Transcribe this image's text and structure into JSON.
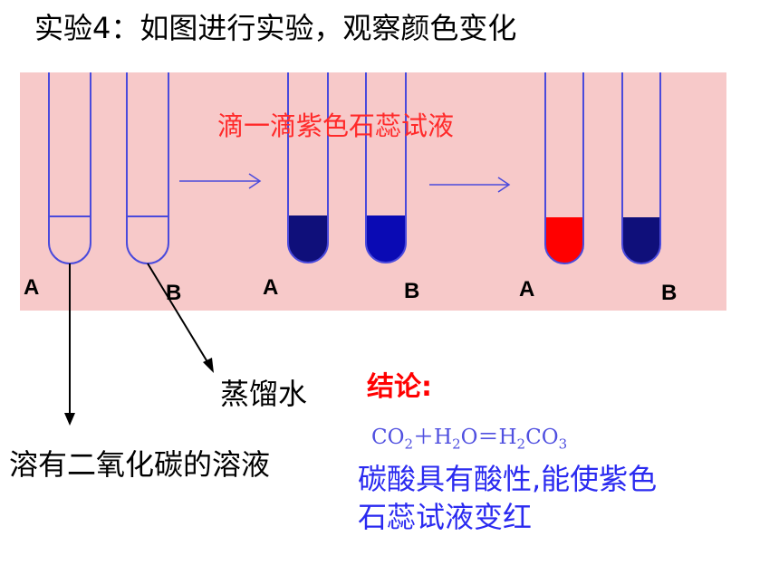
{
  "title": "实验4：如图进行实验，观察颜色变化",
  "instruction": "滴一滴紫色石蕊试液",
  "labels": {
    "stage1_a": "A",
    "stage1_b": "B",
    "stage2_a": "A",
    "stage2_b": "B",
    "stage3_a": "A",
    "stage3_b": "B"
  },
  "annotations": {
    "distilled_water": "蒸馏水",
    "co2_solution": "溶有二氧化碳的溶液"
  },
  "conclusion": {
    "heading": "结论:",
    "equation": {
      "co": "CO",
      "co_sub": "2",
      "plus": "＋",
      "h": "H",
      "h_sub": "2",
      "o": "O",
      "eq": "＝",
      "h2": "H",
      "h2_sub": "2",
      "c": "CO",
      "c_sub": "3"
    },
    "result_line1": "碳酸具有酸性,能使紫色",
    "result_line2": "石蕊试液变红"
  },
  "colors": {
    "panel_bg": "#f7c9c9",
    "tube_outline": "#4a4adc",
    "purple_liquid": "#0f0f7a",
    "blue_liquid": "#0a0ab4",
    "red_liquid": "#ff0000",
    "instruction_text": "#ff2a2a",
    "conclusion_heading": "#ff0000",
    "result_text": "#2a2af0"
  }
}
